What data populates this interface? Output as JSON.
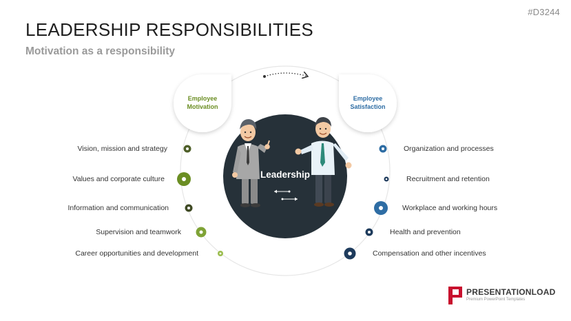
{
  "slide_id": "#D3244",
  "title": "LEADERSHIP RESPONSIBILITIES",
  "subtitle": "Motivation as a responsibility",
  "center_label": "Leadership",
  "bubbles": {
    "left": "Employee Motivation",
    "right": "Employee Satisfaction"
  },
  "colors": {
    "green": "#6b8e23",
    "green_dark": "#4e5f28",
    "blue": "#2e6da4",
    "navy": "#1e3b5c",
    "center_fill": "#263139",
    "ring": "#e8e8e8"
  },
  "left_items": [
    "Vision, mission and strategy",
    "Values and corporate culture",
    "Information and communication",
    "Supervision and teamwork",
    "Career opportunities and development"
  ],
  "right_items": [
    "Organization and processes",
    "Recruitment and retention",
    "Workplace and working hours",
    "Health and prevention",
    "Compensation and other incentives"
  ],
  "logo": {
    "brand_a": "PRESENTATION",
    "brand_b": "LOAD",
    "tagline": "Premium PowerPoint Templates"
  }
}
